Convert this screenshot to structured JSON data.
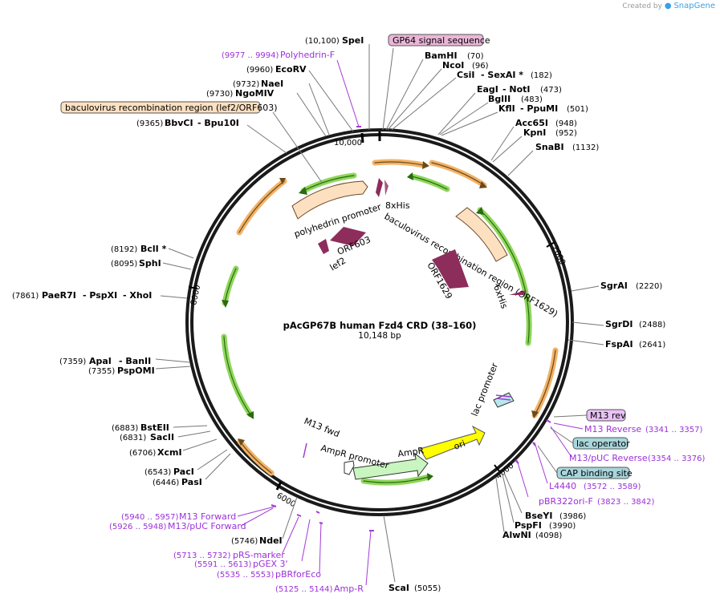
{
  "credit": {
    "prefix": "Created by",
    "brand": "SnapGene"
  },
  "plasmid": {
    "name": "pAcGP67B human Fzd4 CRD (38–160)",
    "length": "10,148 bp"
  },
  "ticks": {
    "t2000": "2000",
    "t4000": "4000",
    "t6000": "6000",
    "t8000": "8000",
    "t10000": "10,000"
  },
  "enzymes": {
    "SpeI": {
      "name": "SpeI",
      "pos": "(10,100)"
    },
    "BamHI": {
      "name": "BamHI",
      "pos": "(70)"
    },
    "NcoI": {
      "name": "NcoI",
      "pos": "(96)"
    },
    "CsiI": {
      "name": "CsiI",
      "name2": "- SexAI *",
      "pos": "(182)"
    },
    "EagI": {
      "name": "EagI",
      "name2": "- NotI",
      "pos": "(473)"
    },
    "BglII": {
      "name": "BglII",
      "pos": "(483)"
    },
    "KflI": {
      "name": "KflI",
      "name2": "- PpuMI",
      "pos": "(501)"
    },
    "Acc65I": {
      "name": "Acc65I",
      "pos": "(948)"
    },
    "KpnI": {
      "name": "KpnI",
      "pos": "(952)"
    },
    "SnaBI": {
      "name": "SnaBI",
      "pos": "(1132)"
    },
    "SgrAI": {
      "name": "SgrAI",
      "pos": "(2220)"
    },
    "SgrDI": {
      "name": "SgrDI",
      "pos": "(2488)"
    },
    "FspAI": {
      "name": "FspAI",
      "pos": "(2641)"
    },
    "BseYI": {
      "name": "BseYI",
      "pos": "(3986)"
    },
    "PspFI": {
      "name": "PspFI",
      "pos": "(3990)"
    },
    "AlwNI": {
      "name": "AlwNI",
      "pos": "(4098)"
    },
    "ScaI": {
      "name": "ScaI",
      "pos": "(5055)"
    },
    "NdeI": {
      "name": "NdeI",
      "pos": "(5746)"
    },
    "PasI": {
      "name": "PasI",
      "pos": "(6446)"
    },
    "PacI": {
      "name": "PacI",
      "pos": "(6543)"
    },
    "XcmI": {
      "name": "XcmI",
      "pos": "(6706)"
    },
    "SacII": {
      "name": "SacII",
      "pos": "(6831)"
    },
    "BstEII": {
      "name": "BstEII",
      "pos": "(6883)"
    },
    "PspOMI": {
      "name": "PspOMI",
      "pos": "(7355)"
    },
    "ApaI": {
      "name": "ApaI",
      "name2": "- BanII",
      "pos": "(7359)"
    },
    "PaeR7I": {
      "name": "PaeR7I",
      "name2": "- PspXI",
      "name3": "- XhoI",
      "pos": "(7861)"
    },
    "SphI": {
      "name": "SphI",
      "pos": "(8095)"
    },
    "BclI": {
      "name": "BclI *",
      "pos": "(8192)"
    },
    "BbvCI": {
      "name": "BbvCI",
      "name2": "- Bpu10I",
      "pos": "(9365)"
    },
    "NgoMIV": {
      "name": "NgoMIV",
      "pos": "(9730)"
    },
    "NaeI": {
      "name": "NaeI",
      "pos": "(9732)"
    },
    "EcoRV": {
      "name": "EcoRV",
      "pos": "(9960)"
    }
  },
  "primers": {
    "polyhedrinF": {
      "name": "Polyhedrin-F",
      "pos": "(9977 .. 9994)"
    },
    "m13rev": {
      "name": "M13 Reverse",
      "pos": "(3341 .. 3357)"
    },
    "m13pucrev": {
      "name": "M13/pUC Reverse",
      "pos": "(3354 .. 3376)"
    },
    "l4440": {
      "name": "L4440",
      "pos": "(3572 .. 3589)"
    },
    "pbr322": {
      "name": "pBR322ori-F",
      "pos": "(3823 .. 3842)"
    },
    "m13fwd": {
      "name": "M13 Forward",
      "pos": "(5940 .. 5957)"
    },
    "m13pucfwd": {
      "name": "M13/pUC Forward",
      "pos": "(5926 .. 5948)"
    },
    "prs": {
      "name": "pRS-marker",
      "pos": "(5713 .. 5732)"
    },
    "pgex": {
      "name": "pGEX 3'",
      "pos": "(5591 .. 5613)"
    },
    "pbrfor": {
      "name": "pBRforEco",
      "pos": "(5535 .. 5553)"
    },
    "ampr": {
      "name": "Amp-R",
      "pos": "(5125 .. 5144)"
    }
  },
  "boxes": {
    "gp64": "GP64 signal sequence",
    "bac": "baculovirus recombination region (lef2/ORF603)",
    "m13rev": "M13 rev",
    "lacop": "lac operator",
    "cap": "CAP binding site"
  },
  "features": {
    "polyhedrinPromoter": "polyhedrin promoter",
    "his8": "8xHis",
    "bacRegion2": "baculovirus recombination region (ORF1629)",
    "his6": "6xHis",
    "orf603": "ORF603",
    "lef2": "lef2",
    "orf1629": "ORF1629",
    "lacPromoter": "lac promoter",
    "m13fwd": "M13 fwd",
    "amprPromoter": "AmpR promoter",
    "ampr": "AmpR",
    "ori": "ori"
  },
  "colors": {
    "backbone": "#1a1a1a",
    "orange": "#f2b266",
    "green": "#8ed65a",
    "maroon": "#8c2d5c",
    "peach": "#fde0c0",
    "yellow": "#ffff00",
    "lightGreen": "#c8f5c0",
    "primer": "#a43ad6",
    "pinkBox": "#eab6d8",
    "blueBox": "#a8d6dc",
    "violetBox": "#e8c2f5"
  }
}
